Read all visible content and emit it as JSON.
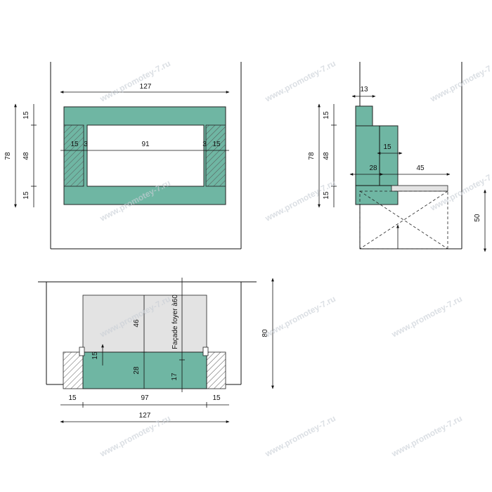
{
  "colors": {
    "green": "#6fb6a3",
    "outline": "#222222",
    "light_gray": "#e3e3e3",
    "hatch": "#555555",
    "watermark": "#c9cfd6"
  },
  "watermark": "www.promotey-7.ru",
  "views": {
    "front": {
      "width": "127",
      "inner_width": "91",
      "side_left": "15",
      "side_right": "15",
      "gap_left": "3",
      "gap_right": "3",
      "height_total": "78",
      "height_top": "15",
      "height_mid": "48",
      "height_bottom": "15"
    },
    "side": {
      "top_width": "13",
      "height_total": "78",
      "height_top": "15",
      "height_mid": "48",
      "height_bottom": "15",
      "inner": "15",
      "depth": "28",
      "shelf": "45",
      "box_height": "50"
    },
    "bottom": {
      "left": "15",
      "center": "97",
      "right": "15",
      "width": "127",
      "height_total": "80",
      "upper": "46",
      "lower": "28",
      "small_left": "15",
      "small_right": "17",
      "facade_label": "Façade foyer à60"
    }
  }
}
